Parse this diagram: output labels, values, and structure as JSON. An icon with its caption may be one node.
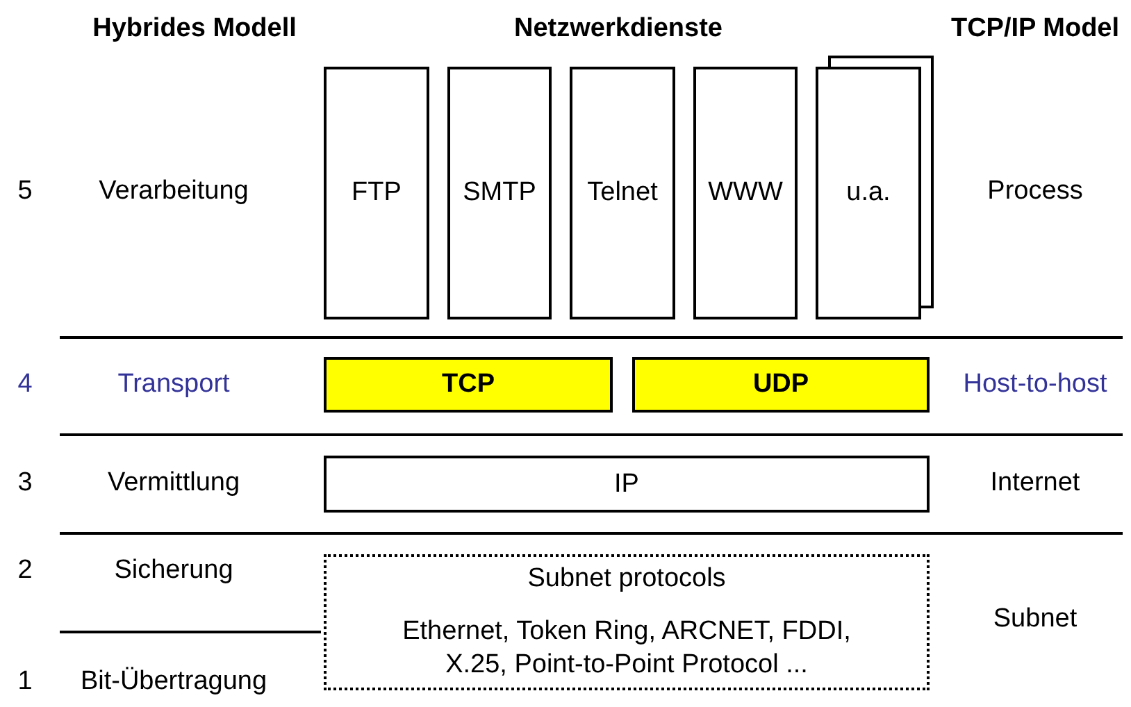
{
  "diagram": {
    "nodes": [
      {
        "text": [
          "FTP"
        ]
      },
      {
        "text": [
          "SMTP"
        ]
      },
      {
        "text": [
          "Telnet"
        ]
      },
      {
        "text": [
          "WWW"
        ]
      },
      {
        "text": [
          "u.a."
        ]
      },
      {
        "text": [
          "TCP"
        ]
      },
      {
        "text": [
          "UDP"
        ]
      },
      {
        "text": [
          "IP"
        ]
      },
      {
        "text": [
          "Subnet protocols",
          "Ethernet, Token Ring, ARCNET, FDDI, X.25, Point-to-Point Protocol ..."
        ]
      }
    ],
    "labels": [
      "Hybrides Modell",
      "Netzwerkdienste",
      "TCP/IP Model",
      "5",
      "Verarbeitung",
      "Process",
      "4",
      "Transport",
      "Host-to-host",
      "3",
      "Vermittlung",
      "Internet",
      "2",
      "Sicherung",
      "Subnet",
      "1",
      "Bit-Übertragung"
    ]
  }
}
